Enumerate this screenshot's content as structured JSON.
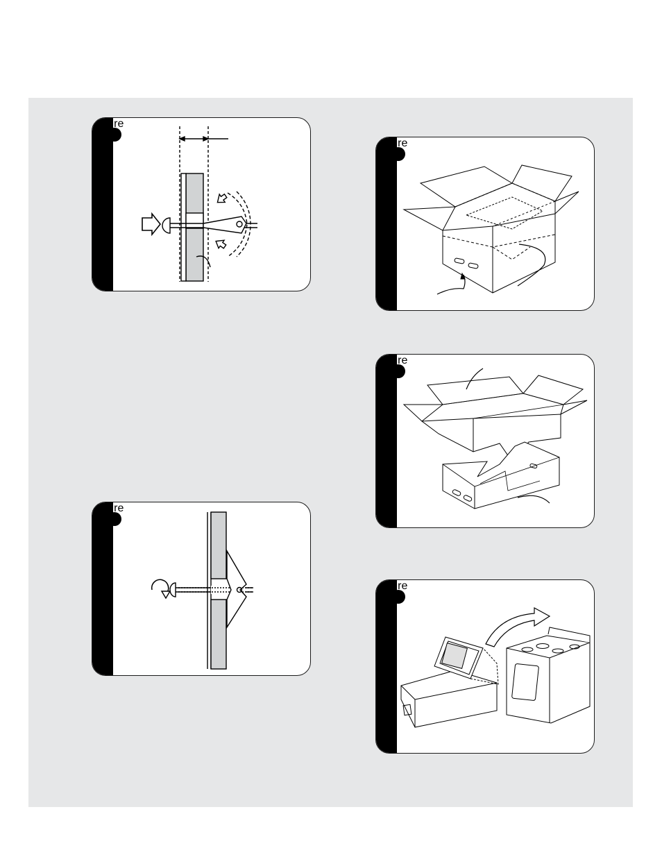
{
  "figures": [
    {
      "id": "fig-toggle-bolt-insert",
      "tab_label": "Figure"
    },
    {
      "id": "fig-toggle-bolt-tighten",
      "tab_label": "Figure"
    },
    {
      "id": "fig-carton-open",
      "tab_label": "Figure"
    },
    {
      "id": "fig-carton-separate",
      "tab_label": "Figure"
    },
    {
      "id": "fig-oven-into-cabinet",
      "tab_label": "Figure"
    }
  ],
  "colors": {
    "panel_bg": "#e6e7e8",
    "tab": "#000000",
    "wall_fill": "#d1d3d4"
  }
}
